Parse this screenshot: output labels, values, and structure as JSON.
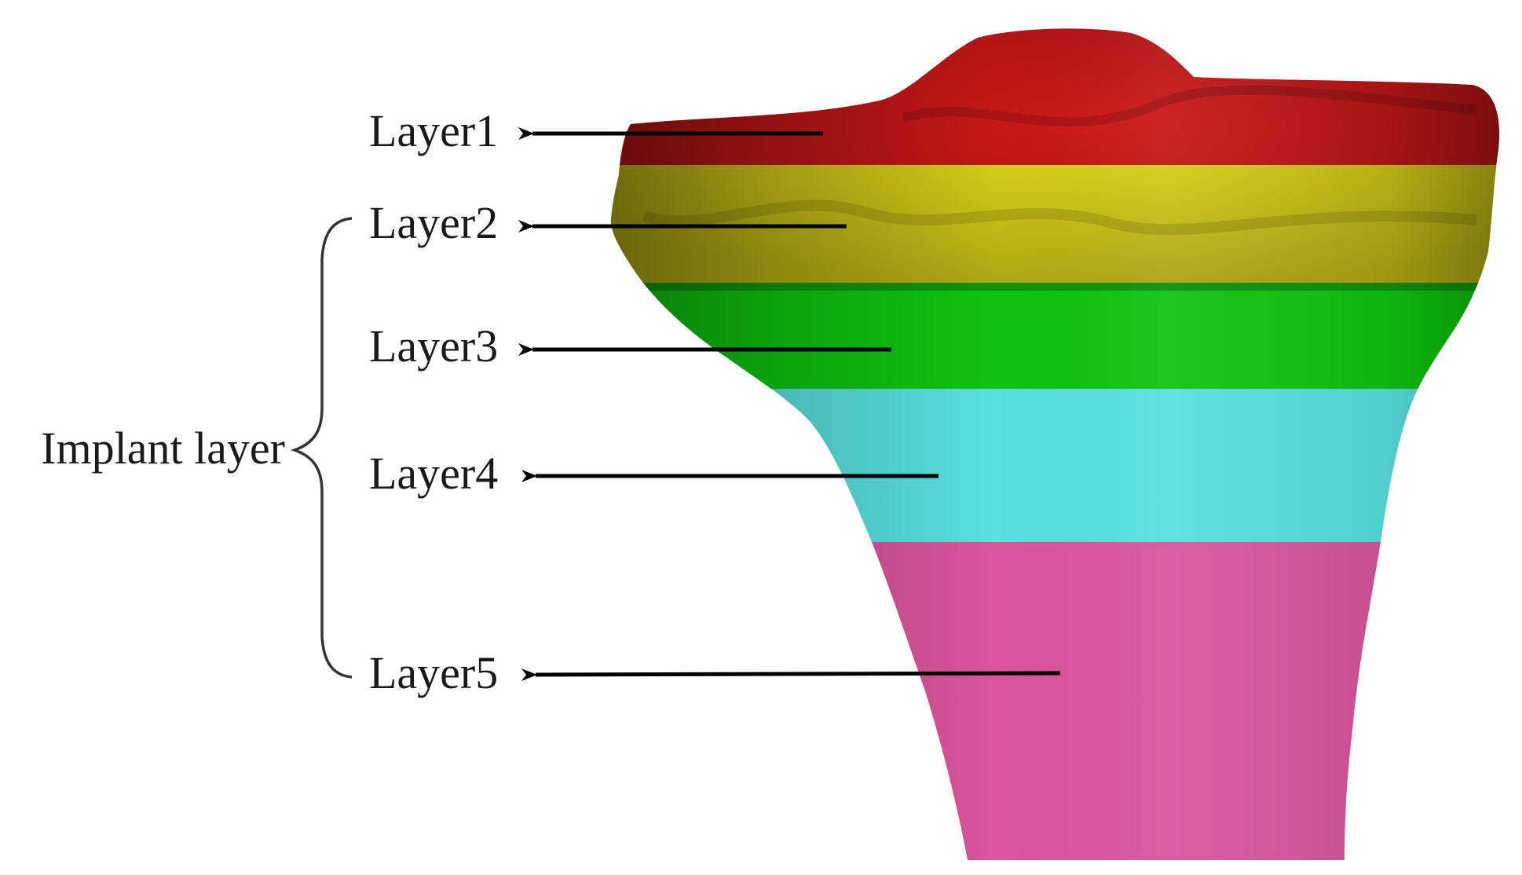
{
  "group_label": "Implant layer",
  "layers": [
    {
      "label": "Layer1",
      "color": "#d01818"
    },
    {
      "label": "Layer2",
      "color": "#e3dc1a"
    },
    {
      "label": "Layer3",
      "color": "#0fc40f"
    },
    {
      "label": "Layer4",
      "color": "#58dfdf"
    },
    {
      "label": "Layer5",
      "color": "#d9549c"
    }
  ]
}
